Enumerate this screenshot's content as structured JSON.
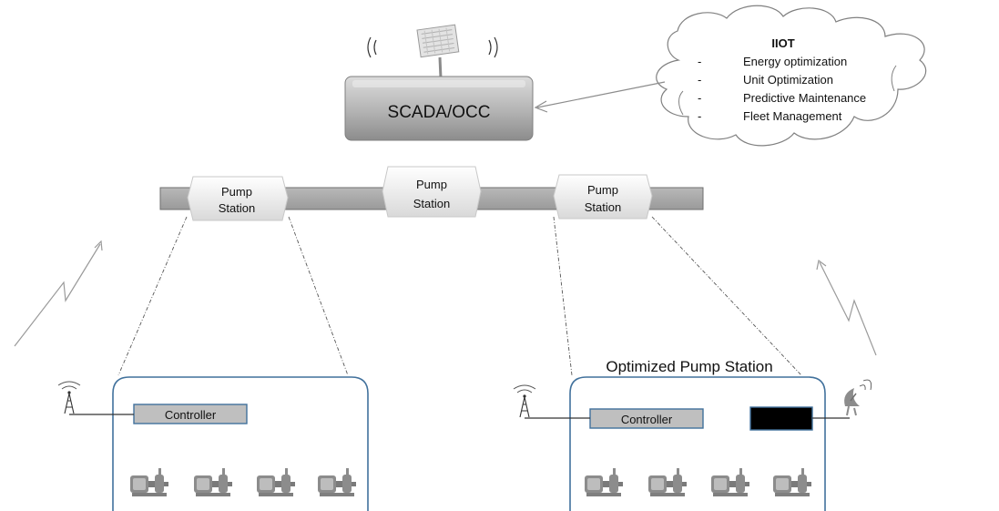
{
  "scada": {
    "label": "SCADA/OCC"
  },
  "iiot": {
    "title": "IIOT",
    "bullet": "-",
    "items": [
      "Energy optimization",
      "Unit Optimization",
      "Predictive Maintenance",
      "Fleet Management"
    ]
  },
  "stations": [
    {
      "line1": "Pump",
      "line2": "Station"
    },
    {
      "line1": "Pump",
      "line2": "Station"
    },
    {
      "line1": "Pump",
      "line2": "Station"
    }
  ],
  "left_panel": {
    "controller_label": "Controller",
    "pump_count": 4
  },
  "right_panel": {
    "title": "Optimized Pump Station",
    "controller_label": "Controller",
    "pump_count": 4
  },
  "icons": [
    "antenna-tower-icon",
    "satellite-dish-icon",
    "wireless-waves-icon",
    "lightning-signal-icon",
    "pump-motor-icon",
    "cloud-icon"
  ],
  "colors": {
    "panel_border": "#41719c",
    "controller_fill": "#bfbfbf",
    "pipe_fill": "#a6a6a6",
    "iot_device": "#000000"
  }
}
